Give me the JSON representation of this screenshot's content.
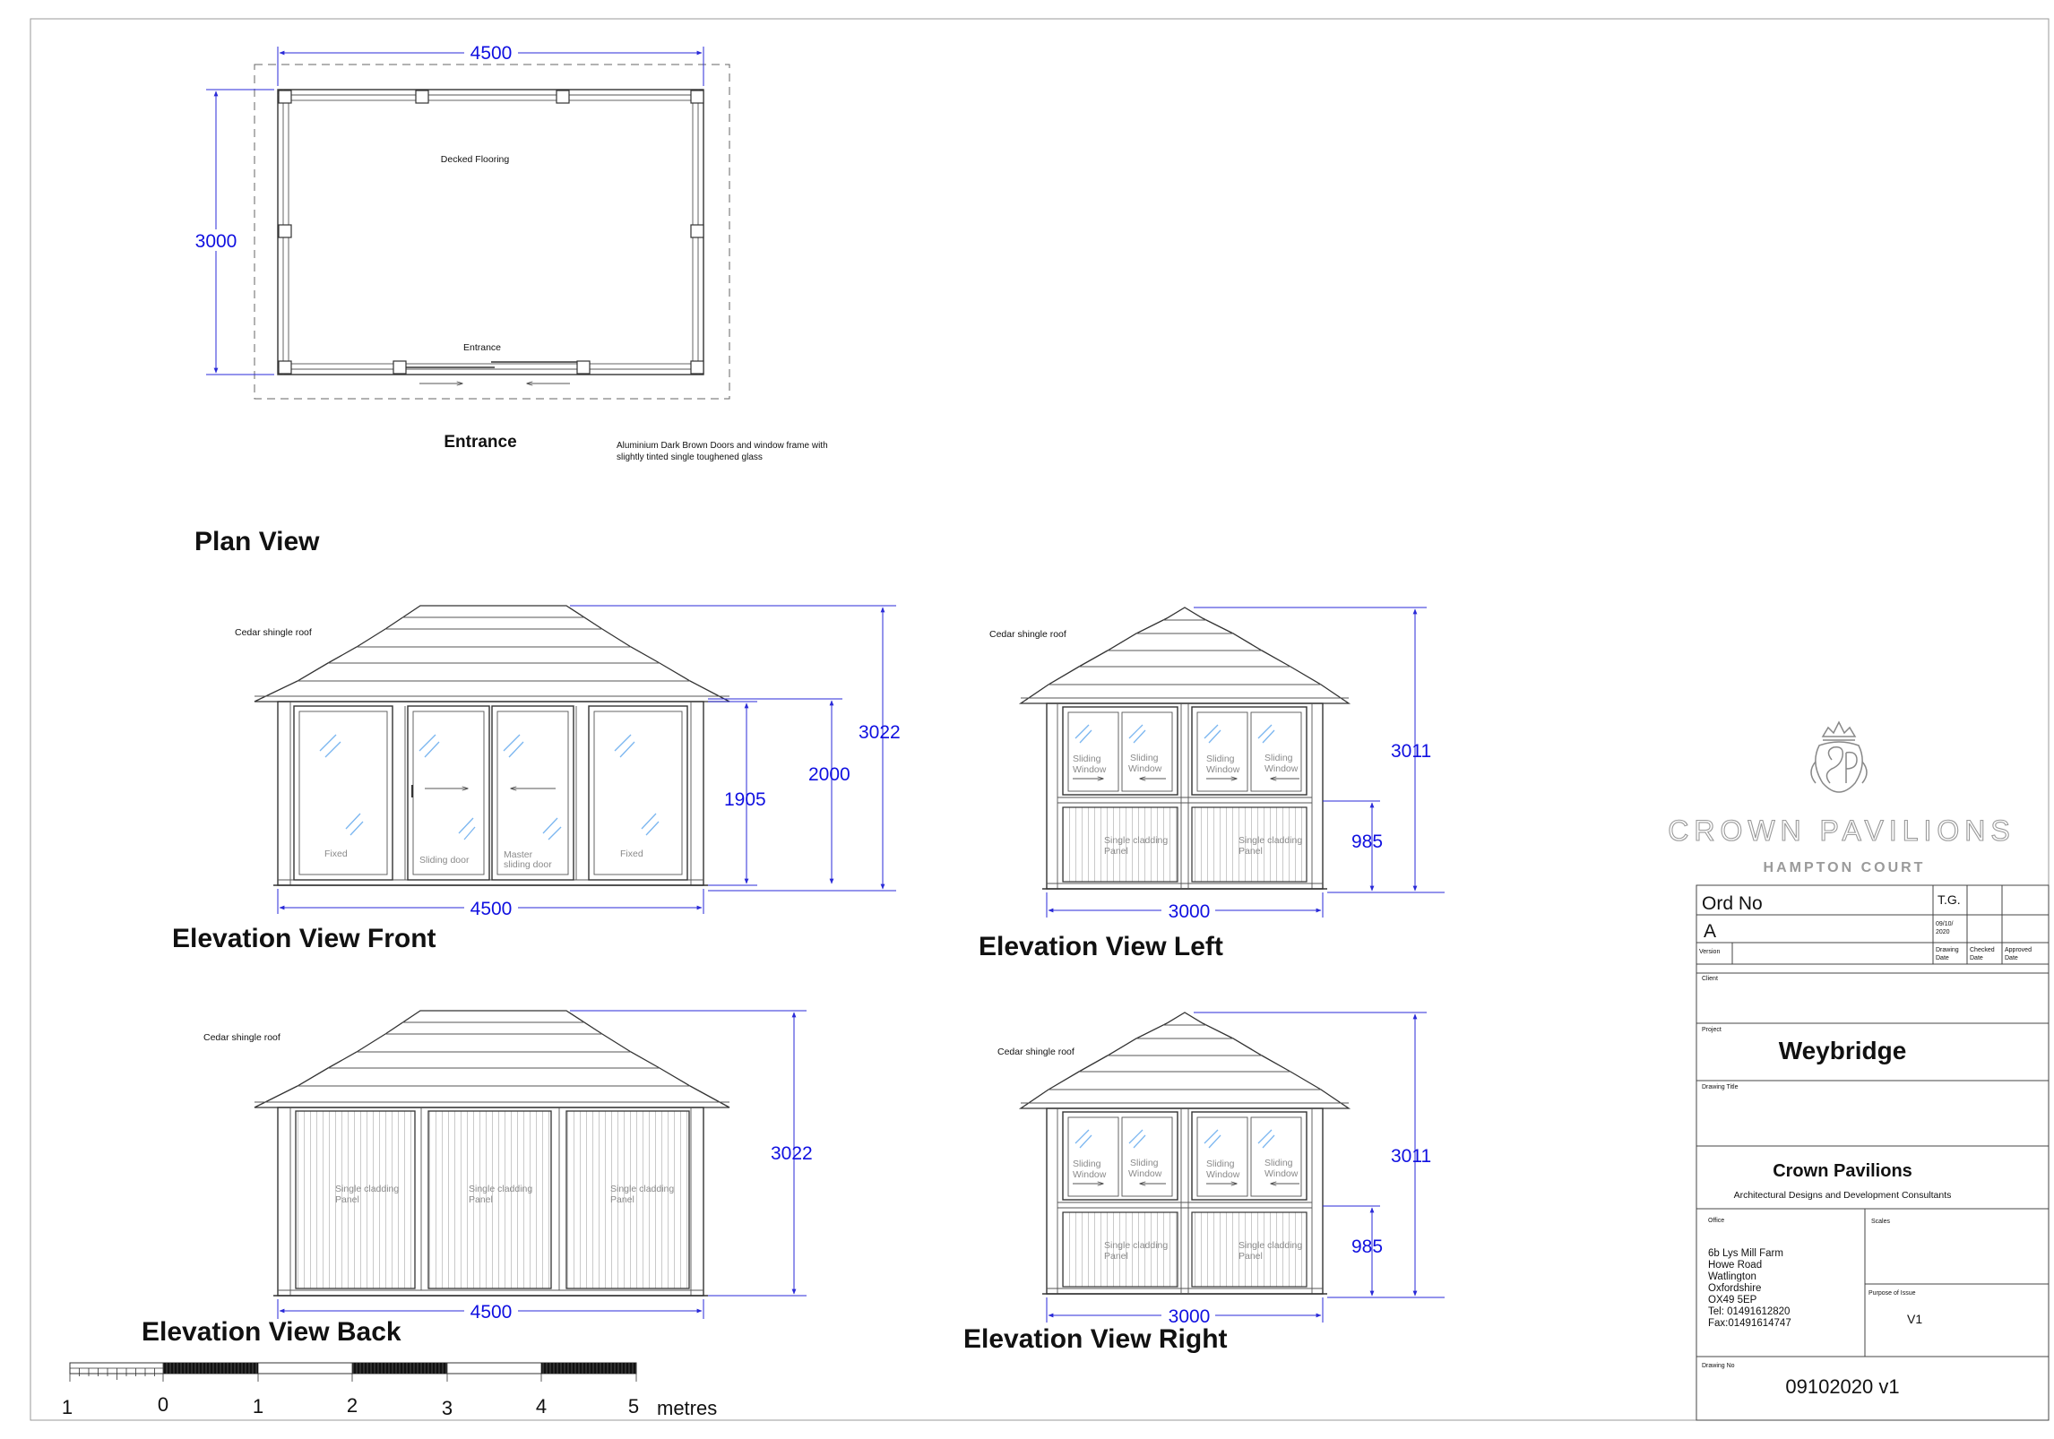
{
  "plan": {
    "title": "Plan View",
    "floor_label": "Decked Flooring",
    "entrance_label": "Entrance",
    "entrance_caption": "Entrance",
    "note_line1": "Aluminium Dark Brown Doors and window frame with",
    "note_line2": "slightly tinted single toughened glass",
    "dim_width": "4500",
    "dim_depth": "3000"
  },
  "front": {
    "title": "Elevation View Front",
    "roof_label": "Cedar shingle roof",
    "dim_width": "4500",
    "dim_door": "1905",
    "dim_eave": "2000",
    "dim_total": "3022",
    "panel_fixed_left": "Fixed",
    "panel_sliding": "Sliding door",
    "panel_master_1": "Master",
    "panel_master_2": "sliding door",
    "panel_fixed_right": "Fixed"
  },
  "left": {
    "title": "Elevation View Left",
    "roof_label": "Cedar shingle roof",
    "dim_width": "3000",
    "dim_total": "3011",
    "dim_lower": "985",
    "window_1": "Sliding",
    "window_2": "Window",
    "cladding_1": "Single cladding",
    "cladding_2": "Panel"
  },
  "back": {
    "title": "Elevation View Back",
    "roof_label": "Cedar shingle roof",
    "dim_width": "4500",
    "dim_total": "3022",
    "cladding_1": "Single cladding",
    "cladding_2": "Panel"
  },
  "right": {
    "title": "Elevation View Right",
    "roof_label": "Cedar shingle roof",
    "dim_width": "3000",
    "dim_total": "3011",
    "dim_lower": "985",
    "window_1": "Sliding",
    "window_2": "Window",
    "cladding_1": "Single cladding",
    "cladding_2": "Panel"
  },
  "scale_bar": {
    "labels": [
      "1",
      "0",
      "1",
      "2",
      "3",
      "4",
      "5"
    ],
    "unit": "metres"
  },
  "logo": {
    "name": "CROWN PAVILIONS",
    "sub": "HAMPTON COURT"
  },
  "title_block": {
    "ord_no": "Ord No",
    "drawn_by": "T.G.",
    "version_value": "A",
    "drawing_date_value_1": "09/10/",
    "drawing_date_value_2": "2020",
    "version_label": "Version",
    "drawing_label_1": "Drawing",
    "drawing_label_2": "Date",
    "checked_label_1": "Checked",
    "checked_label_2": "Date",
    "approved_label_1": "Approved",
    "approved_label_2": "Date",
    "client_label": "Client",
    "project_label": "Project",
    "project_value": "Weybridge",
    "drawing_title_label": "Drawing Title",
    "company_name": "Crown  Pavilions",
    "company_tagline": "Architectural Designs and Development Consultants",
    "office_label": "Office",
    "office_lines": [
      "6b Lys Mill Farm",
      "Howe Road",
      "Watlington",
      "Oxfordshire",
      "OX49 5EP",
      "Tel: 01491612820",
      "Fax:01491614747"
    ],
    "scales_label": "Scales",
    "purpose_label": "Purpose of Issue",
    "purpose_value": "V1",
    "drawing_no_label": "Drawing No",
    "drawing_no_value": "09102020 v1"
  }
}
